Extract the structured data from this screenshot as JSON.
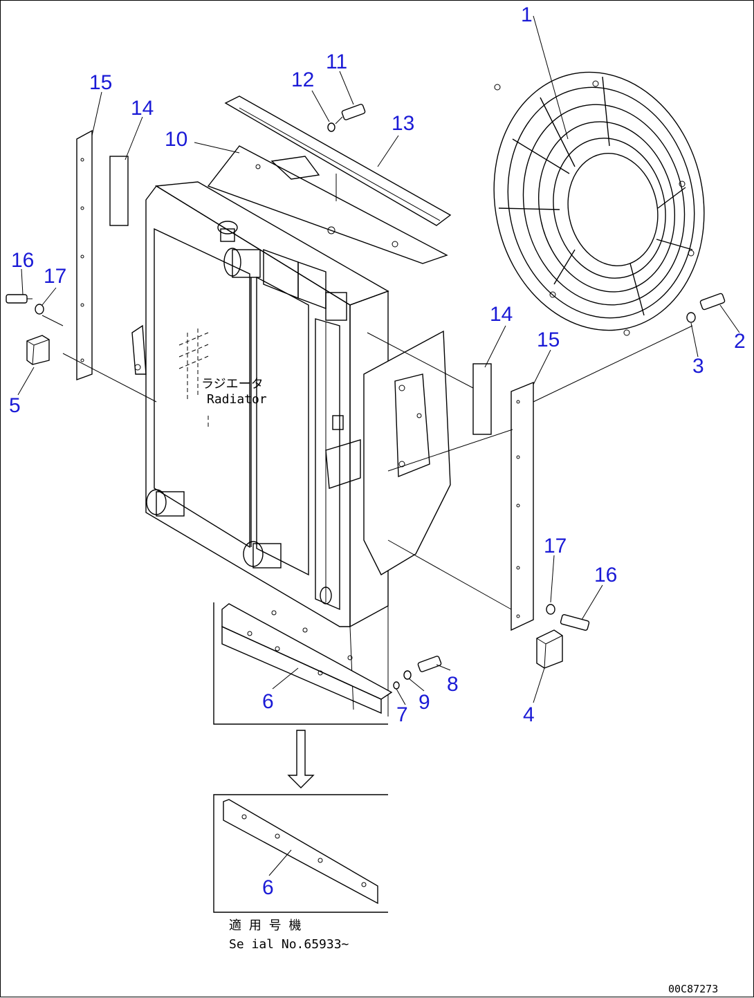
{
  "callouts": [
    {
      "id": "1",
      "text": "1"
    },
    {
      "id": "2",
      "text": "2"
    },
    {
      "id": "3",
      "text": "3"
    },
    {
      "id": "4",
      "text": "4"
    },
    {
      "id": "5",
      "text": "5"
    },
    {
      "id": "6a",
      "text": "6"
    },
    {
      "id": "6b",
      "text": "6"
    },
    {
      "id": "7",
      "text": "7"
    },
    {
      "id": "8",
      "text": "8"
    },
    {
      "id": "9",
      "text": "9"
    },
    {
      "id": "10",
      "text": "10"
    },
    {
      "id": "11",
      "text": "11"
    },
    {
      "id": "12",
      "text": "12"
    },
    {
      "id": "13",
      "text": "13"
    },
    {
      "id": "14a",
      "text": "14"
    },
    {
      "id": "14b",
      "text": "14"
    },
    {
      "id": "15a",
      "text": "15"
    },
    {
      "id": "15b",
      "text": "15"
    },
    {
      "id": "16a",
      "text": "16"
    },
    {
      "id": "16b",
      "text": "16"
    },
    {
      "id": "17a",
      "text": "17"
    },
    {
      "id": "17b",
      "text": "17"
    }
  ],
  "radiator_label_jp": "ラジエータ",
  "radiator_label_en": "Radiator",
  "serial_label_jp": "適 用 号 機",
  "serial_label_en": "Se ial No.65933~",
  "drawing_number": "00C87273"
}
